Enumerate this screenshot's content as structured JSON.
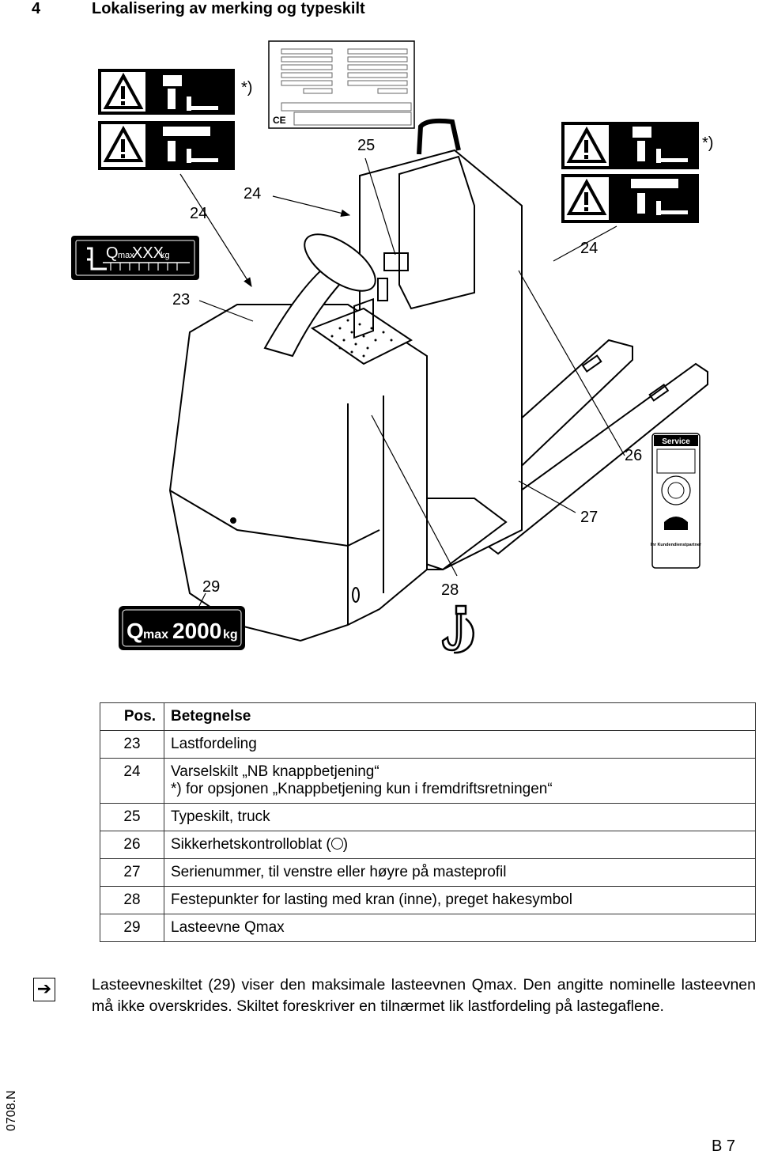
{
  "header": {
    "number": "4",
    "title": "Lokalisering av merking og typeskilt"
  },
  "figure": {
    "callouts": {
      "c23": "23",
      "c24a": "24",
      "c24b": "24",
      "c24c": "24",
      "c25": "25",
      "c26": "26",
      "c27": "27",
      "c28": "28",
      "c29": "29",
      "star_left": "*)",
      "star_right": "*)"
    },
    "load_label": {
      "prefix": "Q",
      "sub": "max",
      "value": "XXX",
      "unit": "kg"
    },
    "capacity_label": {
      "prefix": "Q",
      "sub": "max",
      "value": "2000",
      "unit": "kg"
    },
    "service_label": {
      "title": "Service",
      "partner": "Ihr Kundendienstpartner"
    },
    "typeplate": {
      "ce": "CE"
    }
  },
  "legend": {
    "headers": {
      "pos": "Pos.",
      "desc": "Betegnelse"
    },
    "rows": [
      {
        "pos": "23",
        "desc": "Lastfordeling"
      },
      {
        "pos": "24",
        "desc": "Varselskilt „NB knappbetjening“",
        "desc2": "*) for opsjonen „Knappbetjening kun i fremdriftsretningen“"
      },
      {
        "pos": "25",
        "desc": "Typeskilt, truck"
      },
      {
        "pos": "26",
        "desc": "Sikkerhetskontrolloblat (",
        "desc_tail": ")"
      },
      {
        "pos": "27",
        "desc": "Serienummer, til venstre eller høyre på masteprofil"
      },
      {
        "pos": "28",
        "desc": "Festepunkter for lasting med kran (inne), preget hakesymbol"
      },
      {
        "pos": "29",
        "desc": "Lasteevne Qmax"
      }
    ]
  },
  "note": {
    "icon": "arrow-right-icon",
    "text": "Lasteevneskiltet (29) viser den maksimale lasteevnen Qmax. Den angitte nominelle lasteevnen må ikke overskrides. Skiltet foreskriver en tilnærmet lik lastfordeling på lastegaflene."
  },
  "footer": {
    "doc_code": "0708.N",
    "page": "B 7"
  }
}
